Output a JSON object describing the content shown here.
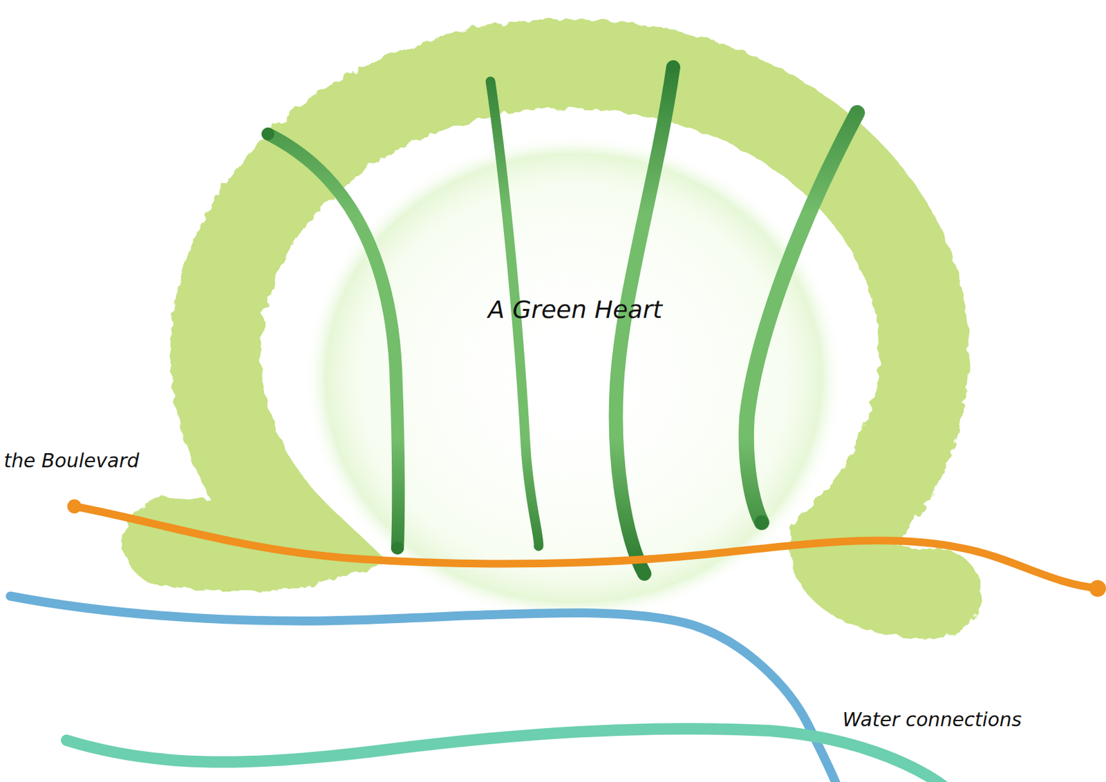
{
  "diagram": {
    "labels": [
      "the Boulevard",
      "A Green Heart",
      "Water connections"
    ]
  }
}
